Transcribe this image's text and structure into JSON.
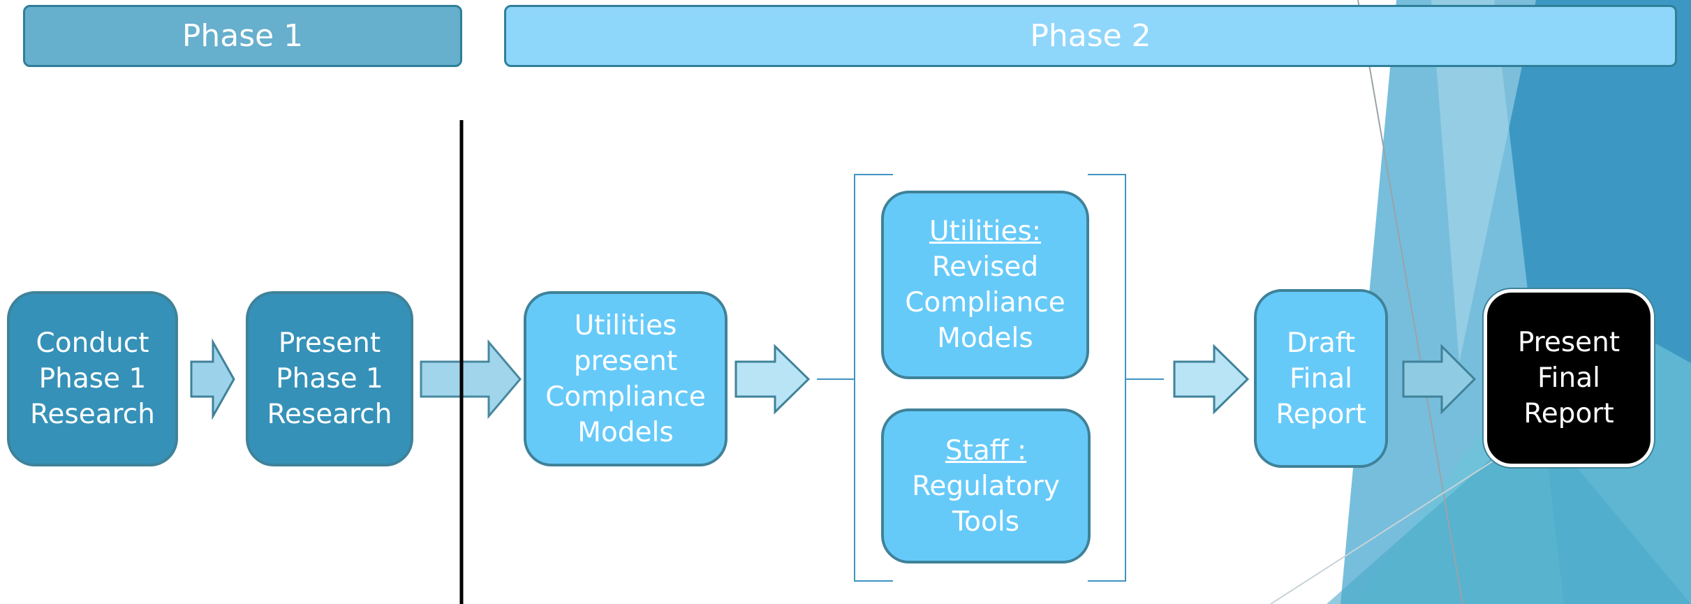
{
  "phases": {
    "phase1_label": "Phase 1",
    "phase2_label": "Phase 2"
  },
  "steps": {
    "conduct_research": [
      "Conduct",
      "Phase 1",
      "Research"
    ],
    "present_research": [
      "Present",
      "Phase 1",
      "Research"
    ],
    "utilities_present": [
      "Utilities",
      "present",
      "Compliance",
      "Models"
    ],
    "utilities_revised": {
      "heading": "Utilities:",
      "lines": [
        "Revised",
        "Compliance",
        "Models"
      ]
    },
    "staff_tools": {
      "heading": "Staff :",
      "lines": [
        "Regulatory",
        "Tools"
      ]
    },
    "draft_report": [
      "Draft",
      "Final",
      "Report"
    ],
    "present_report": [
      "Present",
      "Final",
      "Report"
    ]
  },
  "colors": {
    "phase1_header": "#66afcd",
    "phase2_header": "#8fd6fb",
    "phase1_box": "#3591b8",
    "phase2_box": "#66caf9",
    "final_box": "#000000",
    "arrow_fill": "#9cd3ea",
    "divider": "#000000"
  }
}
